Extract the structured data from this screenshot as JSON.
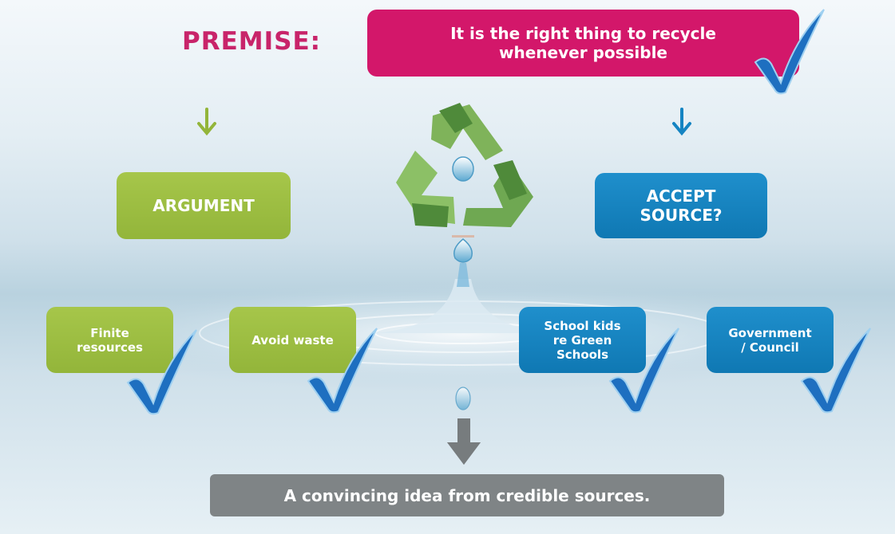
{
  "premise": {
    "label": "PREMISE:",
    "statement": "It is the right thing to recycle\nwhenever possible"
  },
  "argument": {
    "label": "ARGUMENT",
    "reasons": [
      "Finite\nresources",
      "Avoid waste"
    ]
  },
  "source": {
    "label": "ACCEPT\nSOURCE?",
    "sources": [
      "School kids\nre Green\nSchools",
      "Government\n/ Council"
    ]
  },
  "conclusion": "A convincing idea from credible sources.",
  "colors": {
    "premise": "#d3176a",
    "argument_green": "#9dbf43",
    "source_blue": "#1584c2",
    "conclusion_gray": "#7f8486",
    "check_blue": "#1e6fc0"
  },
  "icons": [
    "recycle-icon",
    "check-icon",
    "arrow-down-icon",
    "water-drop-icon"
  ]
}
